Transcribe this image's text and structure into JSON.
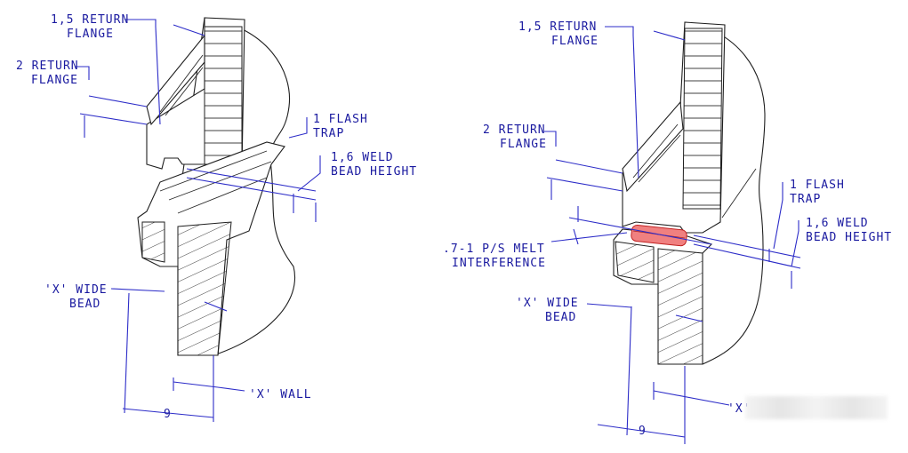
{
  "left": {
    "return_flange_15": [
      "1,5 RETURN",
      "FLANGE"
    ],
    "return_flange_2": [
      "2 RETURN",
      "FLANGE"
    ],
    "flash_trap": [
      "1 FLASH",
      "TRAP"
    ],
    "weld_bead_height": [
      "1,6 WELD",
      "BEAD HEIGHT"
    ],
    "wide_bead": [
      "'X' WIDE",
      "BEAD"
    ],
    "wall": "'X' WALL",
    "dim_9": "9"
  },
  "right": {
    "return_flange_15": [
      "1,5 RETURN",
      "FLANGE"
    ],
    "return_flange_2": [
      "2 RETURN",
      "FLANGE"
    ],
    "flash_trap": [
      "1 FLASH",
      "TRAP"
    ],
    "weld_bead_height": [
      "1,6 WELD",
      "BEAD HEIGHT"
    ],
    "melt_interference": [
      ".7-1 P/S MELT",
      "INTERFERENCE"
    ],
    "wide_bead": [
      "'X' WIDE",
      "BEAD"
    ],
    "wall_partial": "'X'",
    "dim_9": "9"
  },
  "colors": {
    "dimension": "#2c2cc8",
    "outline": "#1f1f1f",
    "melt": "#f08080"
  }
}
